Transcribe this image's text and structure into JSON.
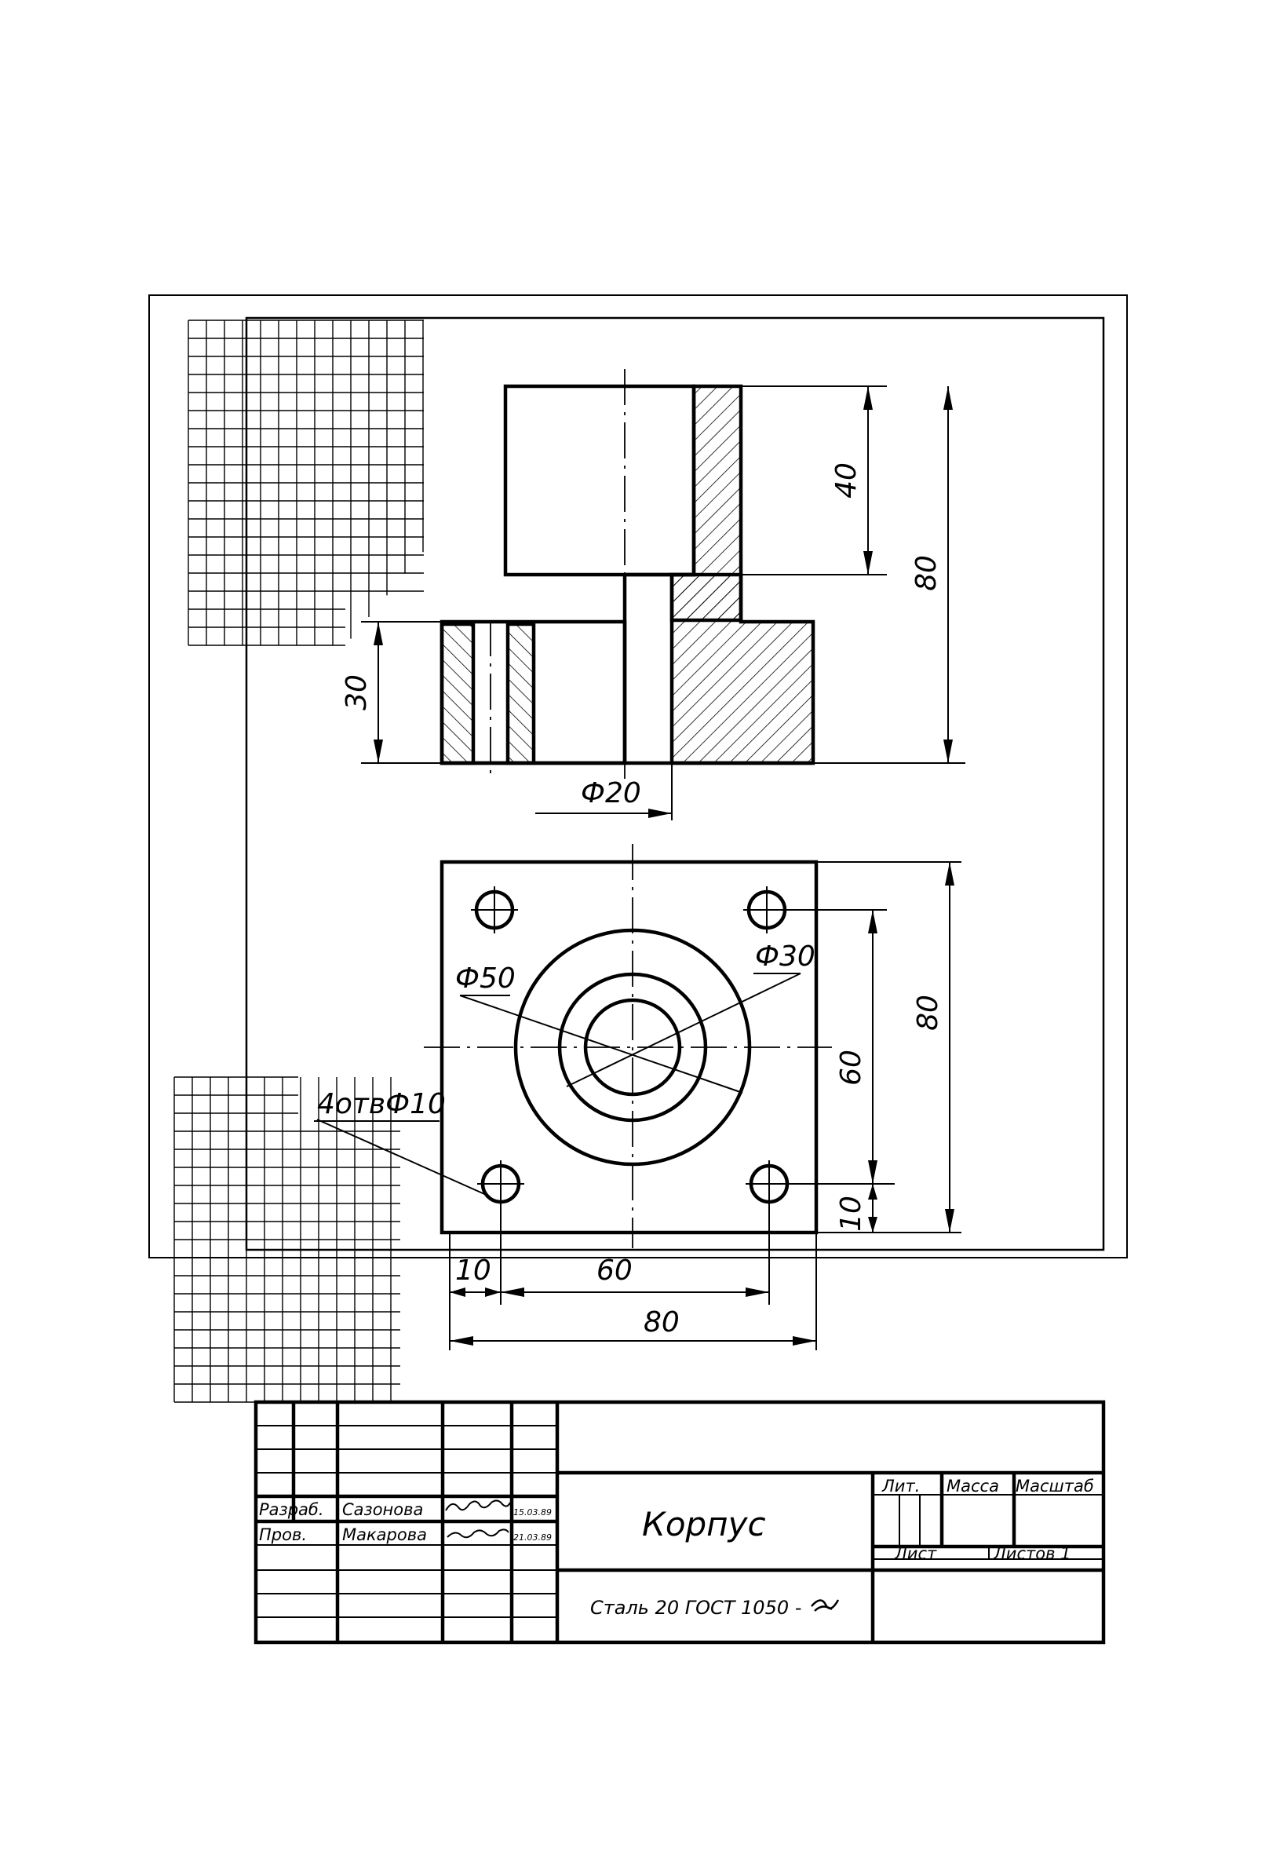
{
  "part": {
    "title": "Корпус",
    "material": "Сталь 20  ГОСТ 1050 -"
  },
  "title_block": {
    "labels": {
      "developed": "Разраб.",
      "checked": "Пров.",
      "lit": "Лит.",
      "mass": "Масса",
      "scale": "Масштаб",
      "sheet": "Лист",
      "sheets": "Листов 1"
    },
    "people": {
      "developer": "Сазонова",
      "checker": "Макарова"
    },
    "dates": {
      "developed": "15.03.89",
      "checked": "21.03.89"
    }
  },
  "dimensions": {
    "front_view": {
      "upper_height": "40",
      "total_height": "80",
      "base_height": "30",
      "bore_diameter": "Ф20"
    },
    "top_view": {
      "outer_ring": "Ф50",
      "inner_ring": "Ф30",
      "holes": "4отвФ10",
      "hole_spacing_vertical": "60",
      "total_vertical": "80",
      "edge_offset_vertical": "10",
      "edge_offset_horizontal": "10",
      "hole_spacing_horizontal": "60",
      "total_horizontal": "80"
    }
  }
}
